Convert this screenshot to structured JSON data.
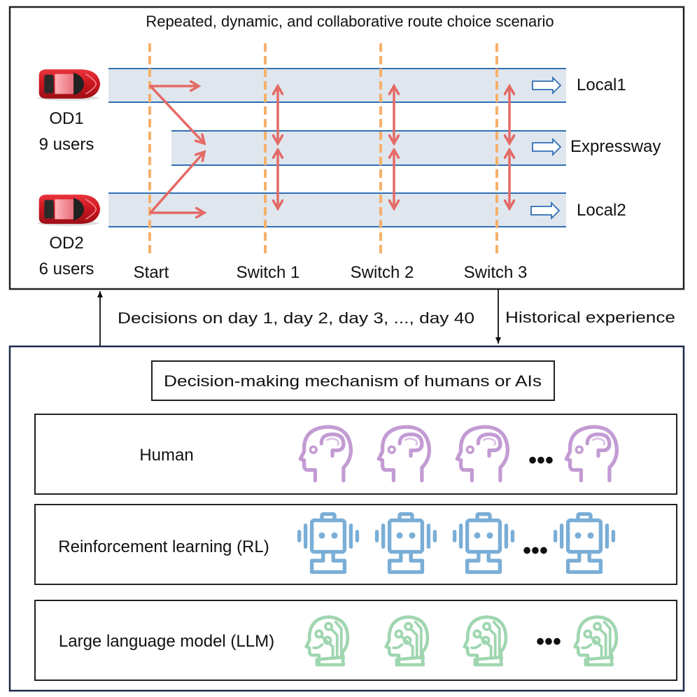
{
  "scenario": {
    "title": "Repeated, dynamic, and collaborative route choice scenario",
    "origins": [
      {
        "name": "OD1",
        "users": "9 users"
      },
      {
        "name": "OD2",
        "users": "6 users"
      }
    ],
    "routes": [
      "Local1",
      "Expressway",
      "Local2"
    ],
    "checkpoints": [
      "Start",
      "Switch 1",
      "Switch 2",
      "Switch 3"
    ]
  },
  "flows": {
    "decisions_label": "Decisions on day 1, day 2, day 3, ..., day 40",
    "experience_label": "Historical experience"
  },
  "mechanism": {
    "title": "Decision-making mechanism of humans or AIs",
    "agents": [
      {
        "label": "Human",
        "icon": "human-head-brain-icon",
        "color": "#c39bd3",
        "count_shown": 4
      },
      {
        "label": "Reinforcement learning (RL)",
        "icon": "robot-icon",
        "color": "#7aaed6",
        "count_shown": 4
      },
      {
        "label": "Large language model (LLM)",
        "icon": "ai-circuit-head-icon",
        "color": "#9fd6b0",
        "count_shown": 4
      }
    ],
    "ellipsis": "•••"
  },
  "colors": {
    "road_fill": "#dfe6ee",
    "road_edge": "#2f6fb5",
    "switch_line": "#f6b06b",
    "choice_arrow": "#e46a66",
    "car": "#d9212a",
    "panel_border": "#1a2a4a"
  }
}
